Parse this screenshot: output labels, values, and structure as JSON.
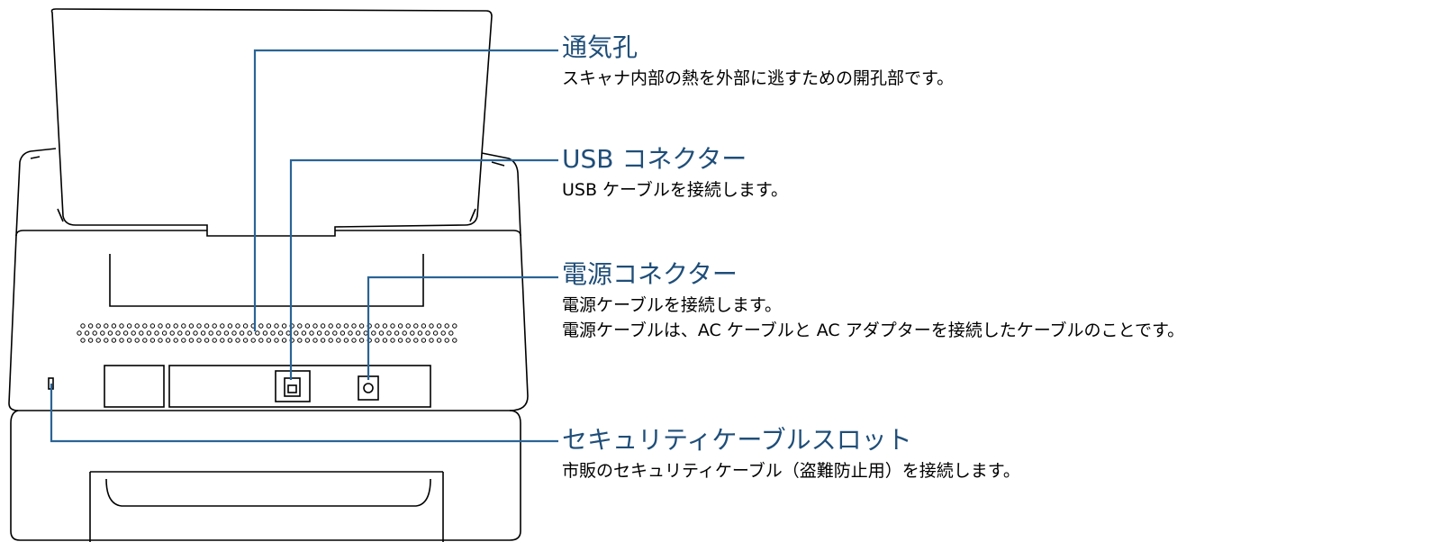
{
  "callouts": [
    {
      "title": "通気孔",
      "description": [
        "スキャナ内部の熱を外部に逃すための開孔部です。"
      ]
    },
    {
      "title": "USB コネクター",
      "description": [
        "USB ケーブルを接続します。"
      ]
    },
    {
      "title": "電源コネクター",
      "description": [
        "電源ケーブルを接続します。",
        "電源ケーブルは、AC ケーブルと AC アダプターを接続したケーブルのことです。"
      ]
    },
    {
      "title": "セキュリティケーブルスロット",
      "description": [
        "市販のセキュリティケーブル（盗難防止用）を接続します。"
      ]
    }
  ],
  "colors": {
    "title_text": "#1f4e79",
    "leader_line": "#2a6496",
    "outline": "#000000"
  }
}
